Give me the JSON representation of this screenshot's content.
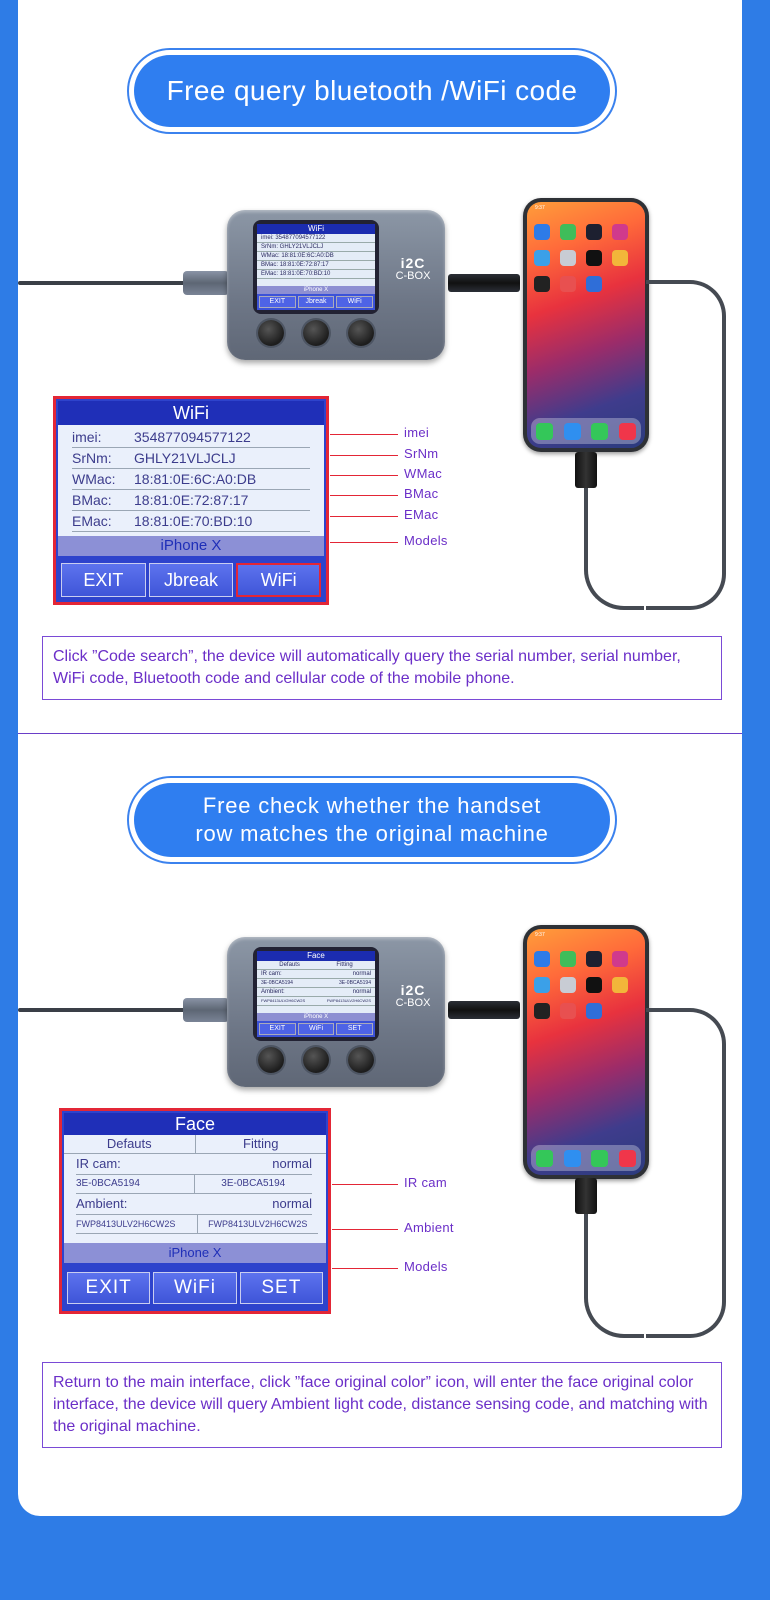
{
  "section1": {
    "heading": "Free query bluetooth /WiFi code",
    "device": {
      "brand_top": "i2C",
      "brand_bottom": "C-BOX",
      "screen": {
        "title": "WiFi",
        "rows": [
          {
            "label": "imei:",
            "value": "354877094577122"
          },
          {
            "label": "SrNm:",
            "value": "GHLY21VLJCLJ"
          },
          {
            "label": "WMac:",
            "value": "18:81:0E:6C:A0:DB"
          },
          {
            "label": "BMac:",
            "value": "18:81:0E:72:87:17"
          },
          {
            "label": "EMac:",
            "value": "18:81:0E:70:BD:10"
          }
        ],
        "model": "iPhone X",
        "buttons": [
          "EXIT",
          "Jbreak",
          "WiFi"
        ]
      }
    },
    "panel": {
      "title": "WiFi",
      "rows": [
        {
          "label": "imei:",
          "value": "354877094577122"
        },
        {
          "label": "SrNm:",
          "value": "GHLY21VLJCLJ"
        },
        {
          "label": "WMac:",
          "value": "18:81:0E:6C:A0:DB"
        },
        {
          "label": "BMac:",
          "value": "18:81:0E:72:87:17"
        },
        {
          "label": "EMac:",
          "value": "18:81:0E:70:BD:10"
        }
      ],
      "model": "iPhone X",
      "buttons": [
        "EXIT",
        "Jbreak",
        "WiFi"
      ]
    },
    "callouts": [
      "imei",
      "SrNm",
      "WMac",
      "BMac",
      "EMac",
      "Models"
    ],
    "description": "Click ”Code search”, the device will automatically query the serial number, serial number, WiFi code, Bluetooth code and cellular code of the mobile phone."
  },
  "section2": {
    "heading_line1": "Free check whether the handset",
    "heading_line2": "row matches the original machine",
    "device": {
      "brand_top": "i2C",
      "brand_bottom": "C-BOX",
      "screen": {
        "title": "Face",
        "head": [
          "Defauts",
          "Fitting"
        ],
        "rows": [
          {
            "label": "IR cam:",
            "value": "normal"
          },
          {
            "a": "3E-0BCA5194",
            "b": "3E-0BCA5194"
          },
          {
            "label": "Ambient:",
            "value": "normal"
          },
          {
            "a": "FWP8413ULV2H6CW2S",
            "b": "FWP8413ULV2H6CW2S"
          }
        ],
        "model": "iPhone X",
        "buttons": [
          "EXIT",
          "WiFi",
          "SET"
        ]
      }
    },
    "panel": {
      "title": "Face",
      "head": [
        "Defauts",
        "Fitting"
      ],
      "ir_label": "IR cam:",
      "ir_value": "normal",
      "ir_codes": [
        "3E-0BCA5194",
        "3E-0BCA5194"
      ],
      "amb_label": "Ambient:",
      "amb_value": "normal",
      "amb_codes": [
        "FWP8413ULV2H6CW2S",
        "FWP8413ULV2H6CW2S"
      ],
      "model": "iPhone X",
      "buttons": [
        "EXIT",
        "WiFi",
        "SET"
      ]
    },
    "callouts": [
      "IR cam",
      "Ambient",
      "Models"
    ],
    "description": "Return to the main interface, click ”face original color” icon, will enter the face original color interface, the device will query Ambient light code, distance sensing code, and matching with the original machine."
  },
  "phone": {
    "time": "9:37"
  },
  "colors": {
    "background": "#2e7ce6",
    "pill": "#2f7ef0",
    "panel_border": "#e32636",
    "accent_text": "#6b2fc8"
  }
}
